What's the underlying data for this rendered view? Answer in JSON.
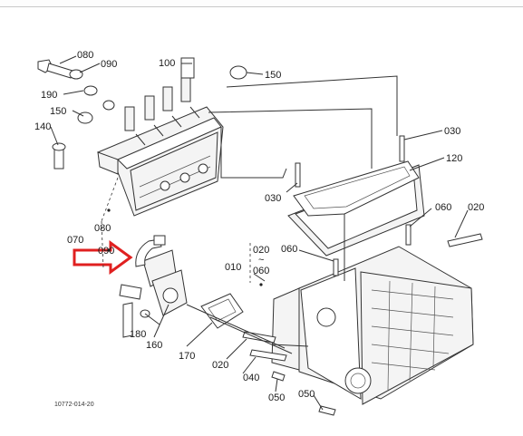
{
  "labels": {
    "l080a": "080",
    "l090a": "090",
    "l100": "100",
    "l150a": "150",
    "l190": "190",
    "l150b": "150",
    "l140": "140",
    "l030a": "030",
    "l120": "120",
    "l030b": "030",
    "l060a": "060",
    "l020a": "020",
    "l080b": "080",
    "l070": "070",
    "l090b": "090",
    "l060b": "060",
    "l020b": "020",
    "ltilde": "~",
    "l010": "010",
    "l060c": "060",
    "l180": "180",
    "l160": "160",
    "l170": "170",
    "l020c": "020",
    "l040": "040",
    "l050a": "050",
    "l050b": "050"
  },
  "footer": {
    "code": "10772-014-20"
  },
  "colors": {
    "highlight_arrow": "#e02020",
    "line": "#333333"
  }
}
